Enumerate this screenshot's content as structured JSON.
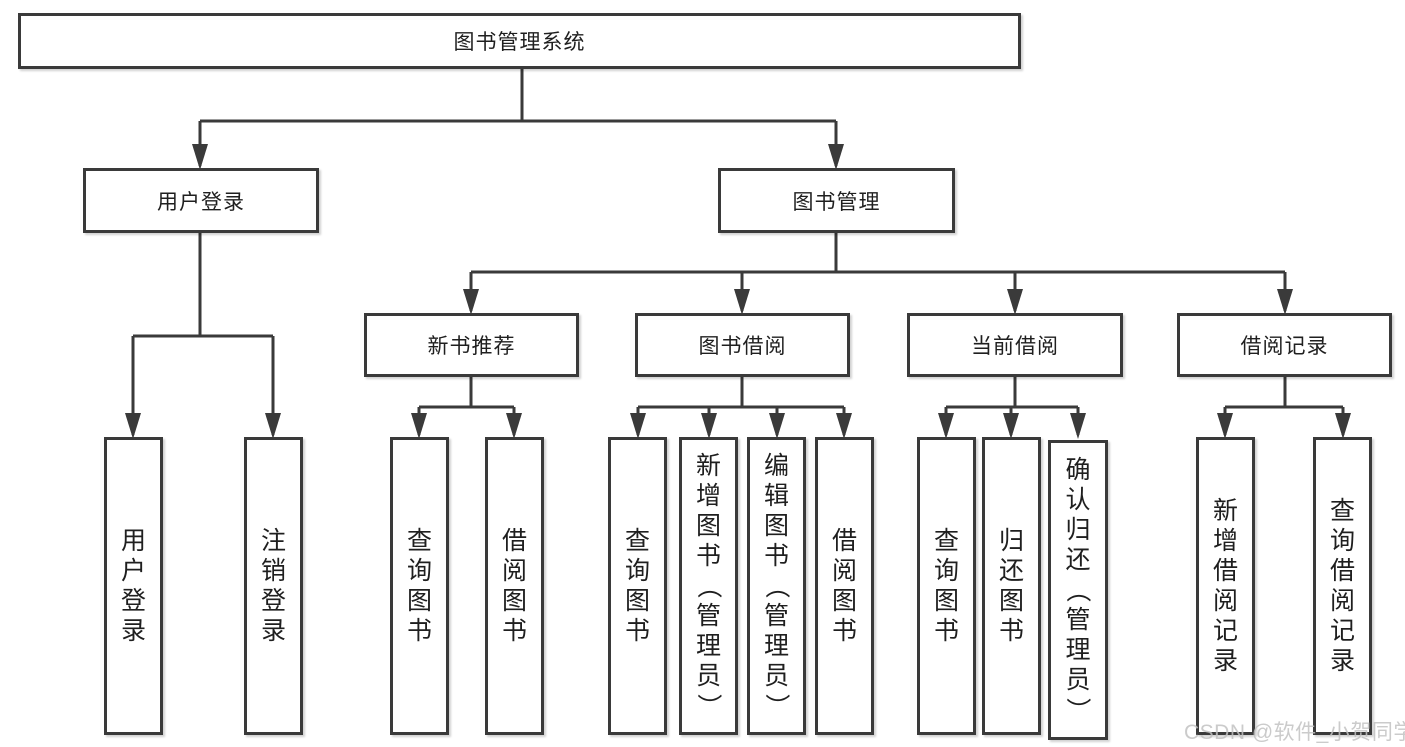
{
  "diagram": {
    "root": {
      "label": "图书管理系统"
    },
    "branches": [
      {
        "label": "用户登录",
        "children": [
          {
            "label": "用户登录"
          },
          {
            "label": "注销登录"
          }
        ]
      },
      {
        "label": "图书管理",
        "children": [
          {
            "label": "新书推荐",
            "children": [
              {
                "label": "查询图书"
              },
              {
                "label": "借阅图书"
              }
            ]
          },
          {
            "label": "图书借阅",
            "children": [
              {
                "label": "查询图书"
              },
              {
                "label": "新增图书（管理员）"
              },
              {
                "label": "编辑图书（管理员）"
              },
              {
                "label": "借阅图书"
              }
            ]
          },
          {
            "label": "当前借阅",
            "children": [
              {
                "label": "查询图书"
              },
              {
                "label": "归还图书"
              },
              {
                "label": "确认归还（管理员）"
              }
            ]
          },
          {
            "label": "借阅记录",
            "children": [
              {
                "label": "新增借阅记录"
              },
              {
                "label": "查询借阅记录"
              }
            ]
          }
        ]
      }
    ]
  },
  "watermark": "CSDN @软件_小贺同学",
  "colors": {
    "line": "#3a3a3a",
    "box_border": "#3a3a3a",
    "text": "#1f1f1f",
    "watermark": "#c2c2c2",
    "background": "#ffffff"
  }
}
